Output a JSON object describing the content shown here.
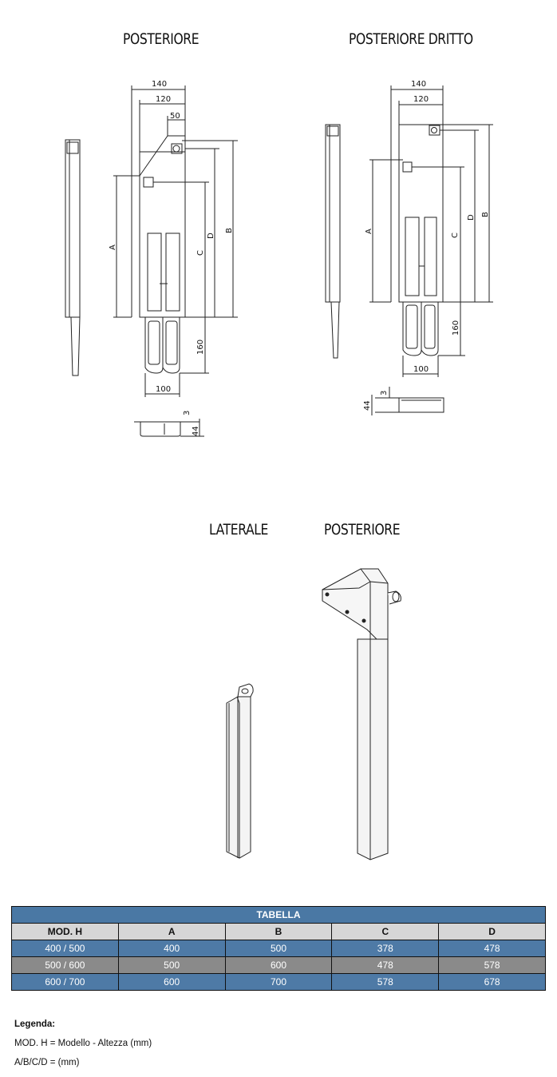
{
  "views": {
    "top_left": "POSTERIORE",
    "top_right": "POSTERIORE DRITTO",
    "bottom_left": "LATERALE",
    "bottom_right": "POSTERIORE"
  },
  "dims": {
    "w140": "140",
    "w120": "120",
    "w50": "50",
    "w100": "100",
    "h160": "160",
    "h3": "3",
    "h44": "44",
    "a": "A",
    "b": "B",
    "c": "C",
    "d": "D"
  },
  "table": {
    "caption": "TABELLA",
    "headers": [
      "MOD. H",
      "A",
      "B",
      "C",
      "D"
    ],
    "rows": [
      [
        "400 / 500",
        "400",
        "500",
        "378",
        "478"
      ],
      [
        "500 / 600",
        "500",
        "600",
        "478",
        "578"
      ],
      [
        "600 / 700",
        "600",
        "700",
        "578",
        "678"
      ]
    ]
  },
  "legend": {
    "heading": "Legenda:",
    "line1": "MOD. H = Modello - Altezza (mm)",
    "line2": "A/B/C/D = (mm)"
  }
}
